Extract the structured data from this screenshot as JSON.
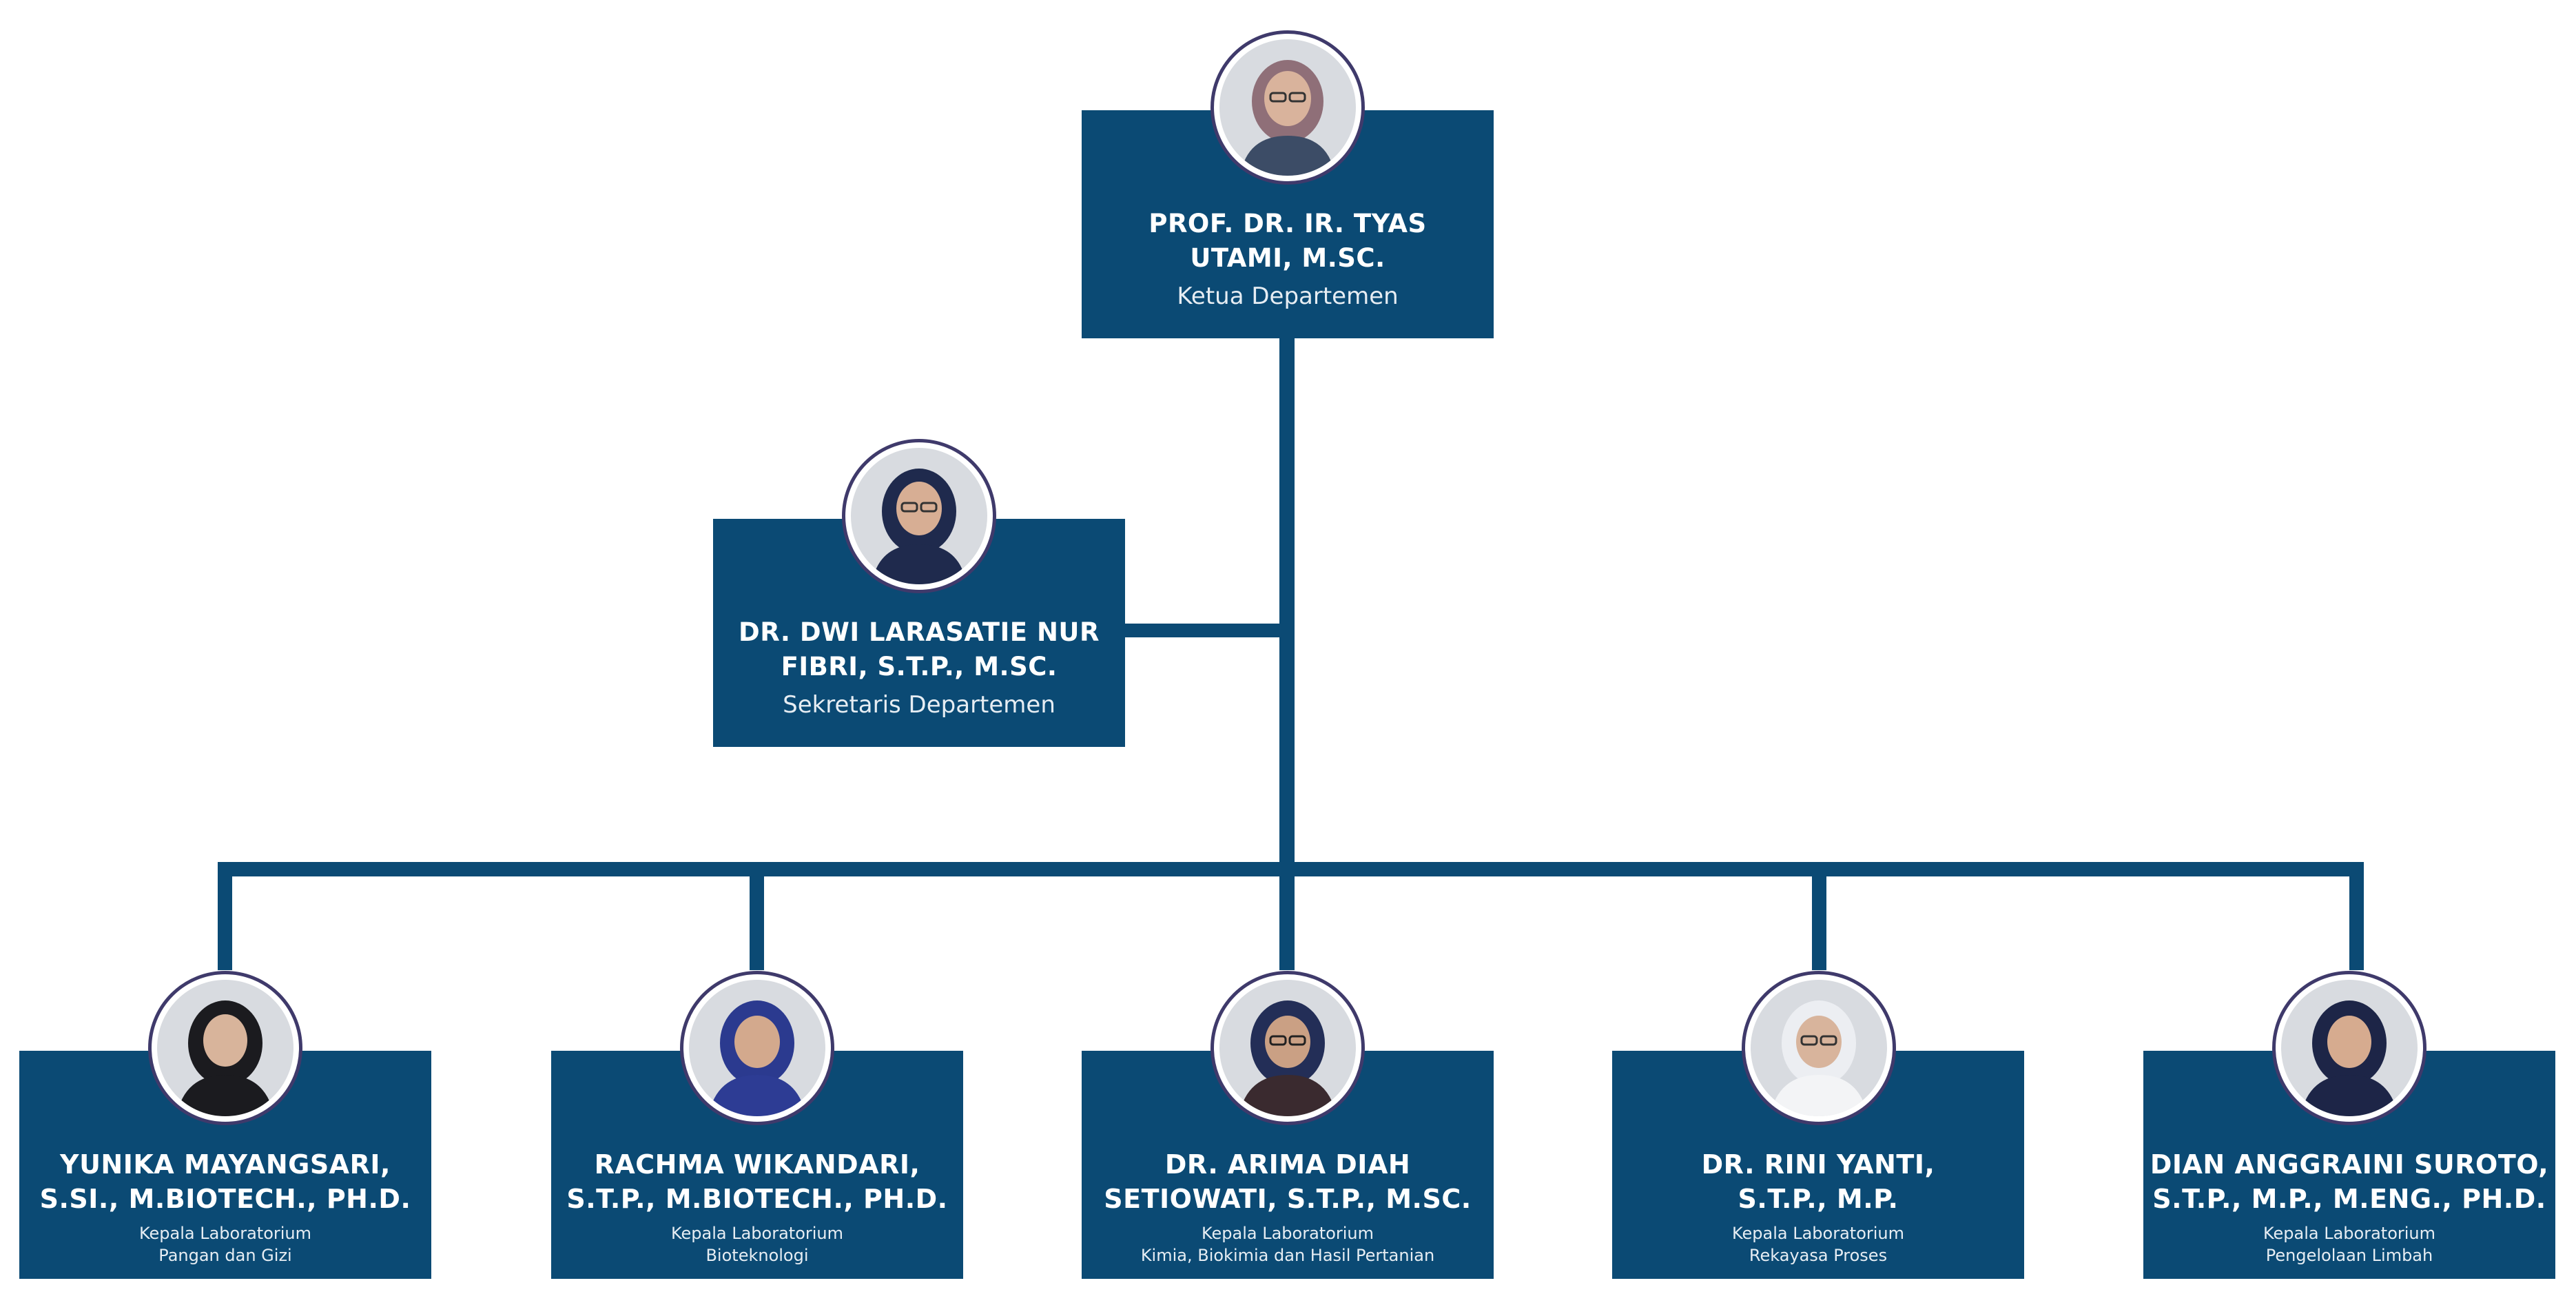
{
  "colors": {
    "card": "#0b4a74",
    "ring": "#3f3a6b",
    "photo_bg": "#d8dbe0"
  },
  "head": {
    "name_line1": "PROF. DR. IR. TYAS",
    "name_line2": "UTAMI, M.SC.",
    "role": "Ketua Departemen"
  },
  "secretary": {
    "name_line1": "DR. DWI LARASATIE NUR",
    "name_line2": "FIBRI, S.T.P., M.SC.",
    "role": "Sekretaris Departemen"
  },
  "labs": [
    {
      "name_line1": "YUNIKA MAYANGSARI,",
      "name_line2": "S.SI., M.BIOTECH., PH.D.",
      "role_line1": "Kepala Laboratorium",
      "role_line2": "Pangan dan Gizi"
    },
    {
      "name_line1": "RACHMA WIKANDARI,",
      "name_line2": "S.T.P., M.BIOTECH., PH.D.",
      "role_line1": "Kepala Laboratorium",
      "role_line2": "Bioteknologi"
    },
    {
      "name_line1": "DR. ARIMA DIAH",
      "name_line2": "SETIOWATI, S.T.P., M.SC.",
      "role_line1": "Kepala Laboratorium",
      "role_line2": "Kimia, Biokimia dan Hasil Pertanian"
    },
    {
      "name_line1": "DR. RINI YANTI,",
      "name_line2": "S.T.P., M.P.",
      "role_line1": "Kepala Laboratorium",
      "role_line2": "Rekayasa Proses"
    },
    {
      "name_line1": "DIAN ANGGRAINI SUROTO,",
      "name_line2": "S.T.P., M.P., M.ENG., PH.D.",
      "role_line1": "Kepala Laboratorium",
      "role_line2": "Pengelolaan Limbah"
    }
  ]
}
